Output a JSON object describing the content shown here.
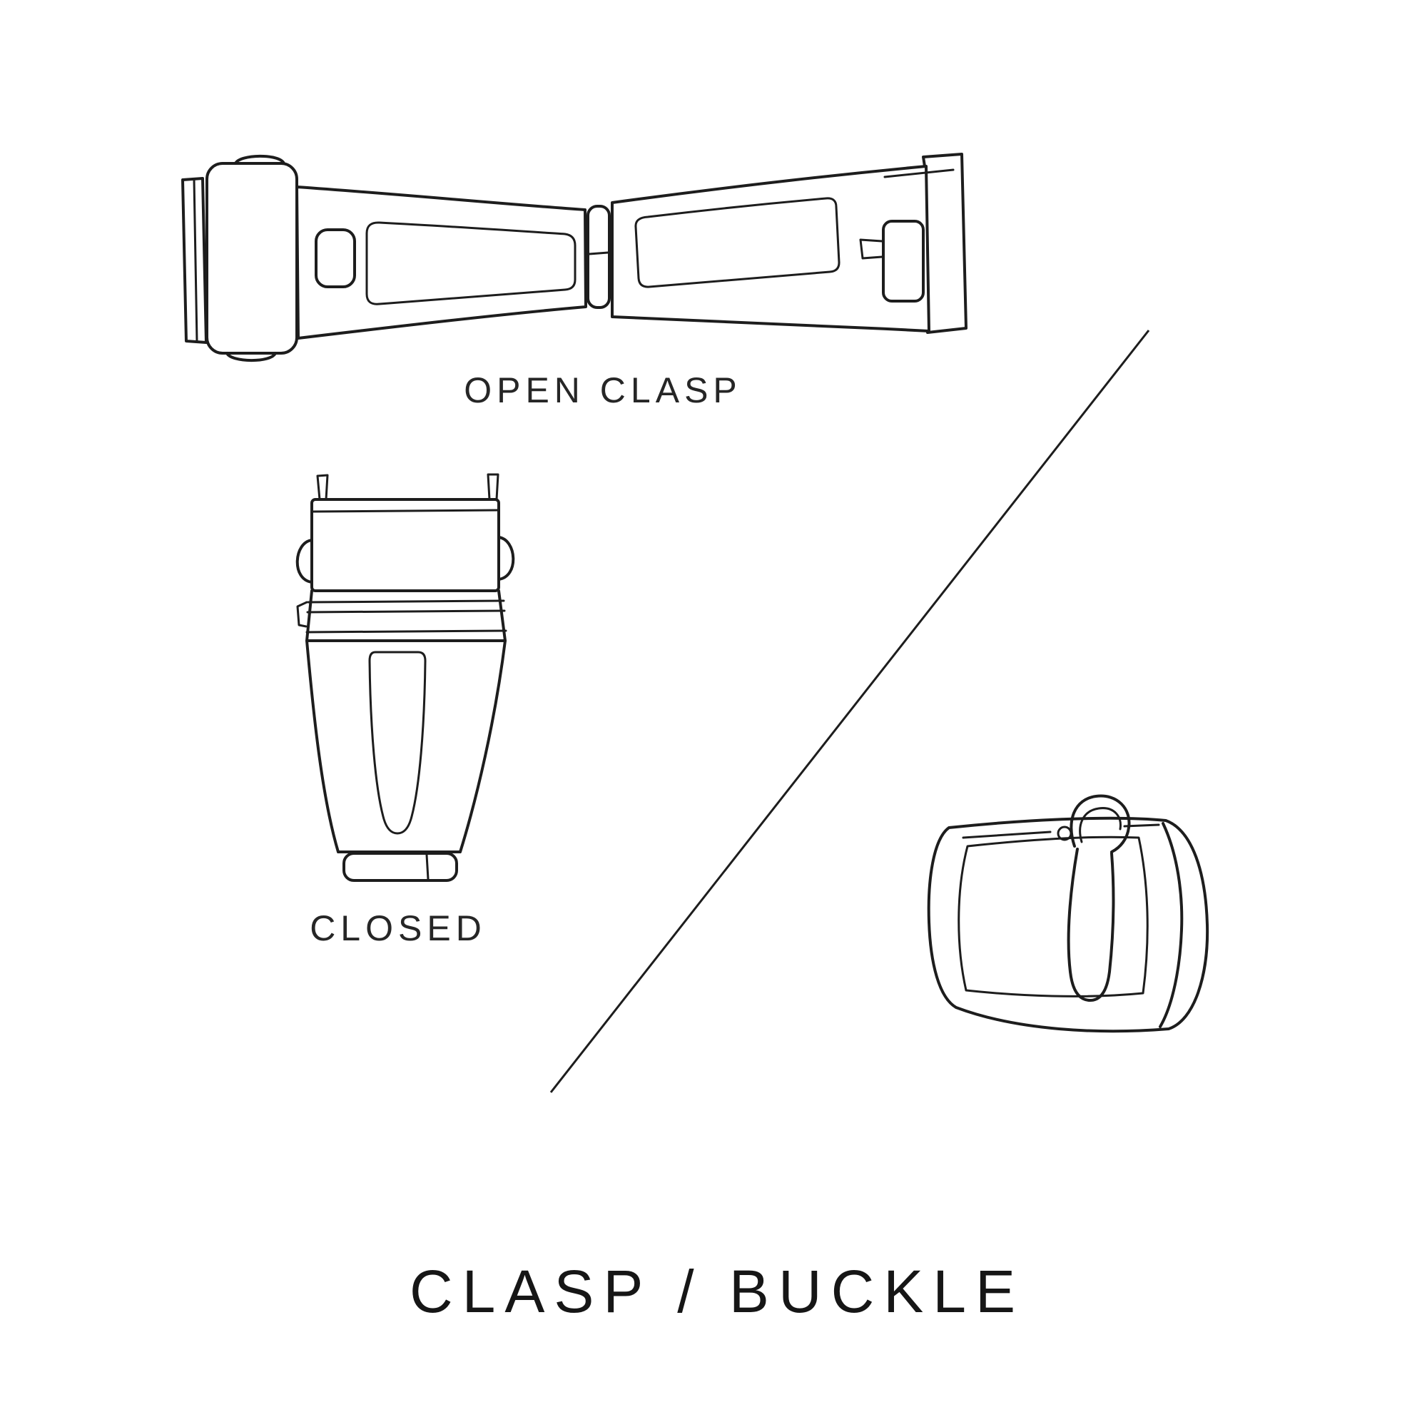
{
  "page": {
    "background_color": "#ffffff",
    "line_color": "#1d1d1d",
    "text_color": "#262626"
  },
  "labels": {
    "open_clasp": "OPEN CLASP",
    "closed": "CLOSED"
  },
  "title": "CLASP / BUCKLE",
  "figures": {
    "open_clasp_icon": "open-clasp-illustration",
    "closed_clasp_icon": "closed-clasp-illustration",
    "buckle_icon": "tang-buckle-illustration",
    "divider_icon": "diagonal-divider-line"
  }
}
